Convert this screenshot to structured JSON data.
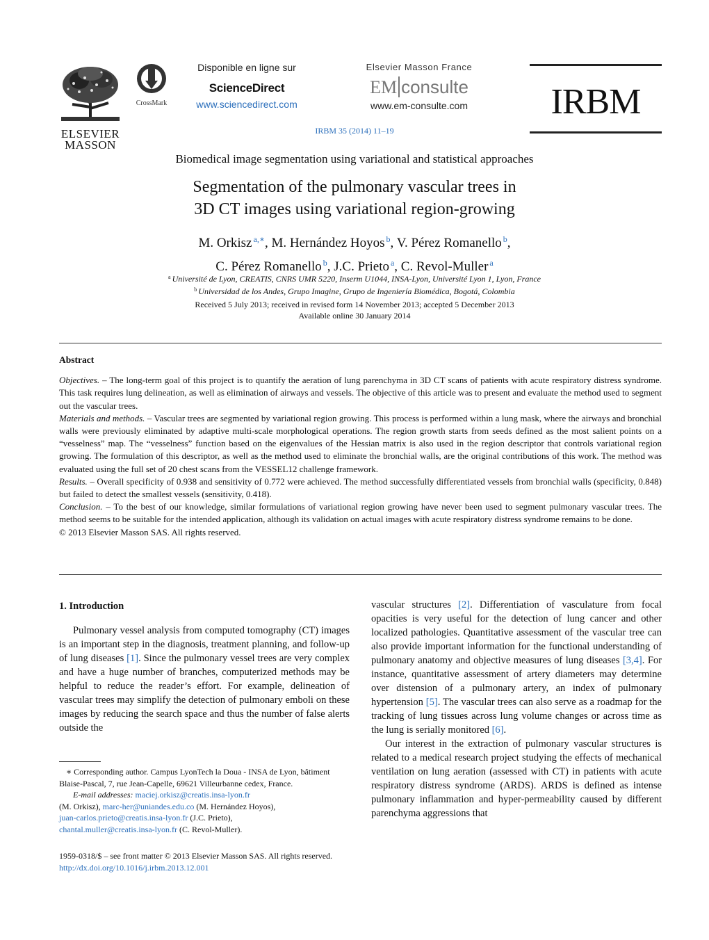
{
  "header": {
    "publisher_logo_lines": [
      "ELSEVIER",
      "MASSON"
    ],
    "crossmark_label": "CrossMark",
    "sd_available": "Disponible en ligne sur",
    "sd_name": "ScienceDirect",
    "sd_url": "www.sciencedirect.com",
    "em_publisher": "Elsevier Masson France",
    "em_logo_left": "EM",
    "em_logo_right": "consulte",
    "em_url": "www.em-consulte.com",
    "journal_name": "IRBM",
    "citation": "IRBM 35 (2014) 11–19"
  },
  "article": {
    "section_label": "Biomedical image segmentation using variational and statistical approaches",
    "title_line1": "Segmentation of the pulmonary vascular trees in",
    "title_line2": "3D CT images using variational region-growing",
    "authors": [
      {
        "name": "M. Orkisz",
        "sup": "a,∗",
        "sep": ", "
      },
      {
        "name": "M. Hernández Hoyos",
        "sup": "b",
        "sep": ", "
      },
      {
        "name": "V. Pérez Romanello",
        "sup": "b",
        "sep": ","
      },
      {
        "name": "C. Pérez Romanello",
        "sup": "b",
        "sep": ", "
      },
      {
        "name": "J.C. Prieto",
        "sup": "a",
        "sep": ", "
      },
      {
        "name": "C. Revol-Muller",
        "sup": "a",
        "sep": ""
      }
    ],
    "affiliations": [
      {
        "sup": "a",
        "text": "Université de Lyon, CREATIS, CNRS UMR 5220, Inserm U1044, INSA-Lyon, Université Lyon 1, Lyon, France"
      },
      {
        "sup": "b",
        "text": "Universidad de los Andes, Grupo Imagine, Grupo de Ingeniería Biomédica, Bogotá, Colombia"
      }
    ],
    "dates_line1": "Received 5 July 2013; received in revised form 14 November 2013; accepted 5 December 2013",
    "dates_line2": "Available online 30 January 2014"
  },
  "abstract": {
    "heading": "Abstract",
    "sections": [
      {
        "label": "Objectives.",
        "text": " – The long-term goal of this project is to quantify the aeration of lung parenchyma in 3D CT scans of patients with acute respiratory distress syndrome. This task requires lung delineation, as well as elimination of airways and vessels. The objective of this article was to present and evaluate the method used to segment out the vascular trees."
      },
      {
        "label": "Materials and methods.",
        "text": " – Vascular trees are segmented by variational region growing. This process is performed within a lung mask, where the airways and bronchial walls were previously eliminated by adaptive multi-scale morphological operations. The region growth starts from seeds defined as the most salient points on a “vesselness” map. The “vesselness” function based on the eigenvalues of the Hessian matrix is also used in the region descriptor that controls variational region growing. The formulation of this descriptor, as well as the method used to eliminate the bronchial walls, are the original contributions of this work. The method was evaluated using the full set of 20 chest scans from the VESSEL12 challenge framework."
      },
      {
        "label": "Results.",
        "text": " – Overall specificity of 0.938 and sensitivity of 0.772 were achieved. The method successfully differentiated vessels from bronchial walls (specificity, 0.848) but failed to detect the smallest vessels (sensitivity, 0.418)."
      },
      {
        "label": "Conclusion.",
        "text": " – To the best of our knowledge, similar formulations of variational region growing have never been used to segment pulmonary vascular trees. The method seems to be suitable for the intended application, although its validation on actual images with acute respiratory distress syndrome remains to be done."
      }
    ],
    "copyright": "© 2013 Elsevier Masson SAS. All rights reserved."
  },
  "intro": {
    "heading": "1.  Introduction",
    "left_p1": [
      {
        "t": "Pulmonary vessel analysis from computed tomography (CT) images is an important step in the diagnosis, treatment planning, and follow-up of lung diseases "
      },
      {
        "r": "[1]"
      },
      {
        "t": ". Since the pulmonary vessel trees are very complex and have a huge number of branches, computerized methods may be helpful to reduce the reader’s effort. For example, delineation of vascular trees may simplify the detection of pulmonary emboli on these images by reducing the search space and thus the number of false alerts outside the"
      }
    ],
    "right_p1": [
      {
        "t": "vascular structures "
      },
      {
        "r": "[2]"
      },
      {
        "t": ". Differentiation of vasculature from focal opacities is very useful for the detection of lung cancer and other localized pathologies. Quantitative assessment of the vascular tree can also provide important information for the functional understanding of pulmonary anatomy and objective measures of lung diseases "
      },
      {
        "r": "[3,4]"
      },
      {
        "t": ". For instance, quantitative assessment of artery diameters may determine over distension of a pulmonary artery, an index of pulmonary hypertension "
      },
      {
        "r": "[5]"
      },
      {
        "t": ". The vascular trees can also serve as a roadmap for the tracking of lung tissues across lung volume changes or across time as the lung is serially monitored "
      },
      {
        "r": "[6]"
      },
      {
        "t": "."
      }
    ],
    "right_p2": [
      {
        "t": "Our interest in the extraction of pulmonary vascular structures is related to a medical research project studying the effects of mechanical ventilation on lung aeration (assessed with CT) in patients with acute respiratory distress syndrome (ARDS). ARDS is defined as intense pulmonary inflammation and hyper-permeability caused by different parenchyma aggressions that"
      }
    ]
  },
  "footnotes": {
    "corresponding": "∗  Corresponding author. Campus LyonTech la Doua - INSA de Lyon, bâtiment Blaise-Pascal, 7, rue Jean-Capelle, 69621 Villeurbanne cedex, France.",
    "email_label": "E-mail addresses:",
    "email1": "maciej.orkisz@creatis.insa-lyon.fr",
    "owner1": "(M. Orkisz),",
    "email2": "marc-her@uniandes.edu.co",
    "owner2": "(M. Hernández Hoyos),",
    "email3": "juan-carlos.prieto@creatis.insa-lyon.fr",
    "owner3": "(J.C. Prieto),",
    "email4": "chantal.muller@creatis.insa-lyon.fr",
    "owner4": "(C. Revol-Muller).",
    "frontmatter": "1959-0318/$ – see front matter © 2013 Elsevier Masson SAS. All rights reserved.",
    "doi": "http://dx.doi.org/10.1016/j.irbm.2013.12.001"
  }
}
